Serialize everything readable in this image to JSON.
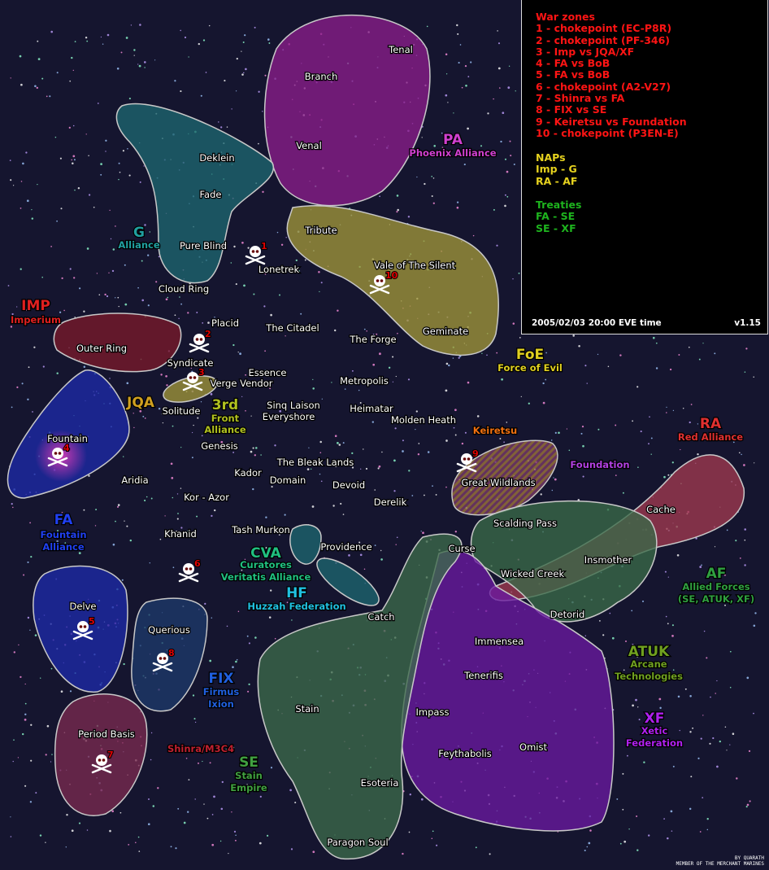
{
  "regions": [
    "Tenal",
    "Branch",
    "Venal",
    "Deklein",
    "Fade",
    "Pure Blind",
    "Cloud Ring",
    "Tribute",
    "Lonetrek",
    "Vale of The Silent",
    "Placid",
    "The Citadel",
    "The Forge",
    "Geminate",
    "Outer Ring",
    "Syndicate",
    "Essence",
    "Verge Vendor",
    "Metropolis",
    "Solitude",
    "Sinq Laison",
    "Everyshore",
    "Heimatar",
    "Molden Heath",
    "Fountain",
    "Genesis",
    "The Bleak Lands",
    "Aridia",
    "Kador",
    "Domain",
    "Devoid",
    "Derelik",
    "Great Wildlands",
    "Kor - Azor",
    "Scalding Pass",
    "Cache",
    "Tash Murkon",
    "Providence",
    "Khanid",
    "Curse",
    "Insmother",
    "Wicked Creek",
    "Detorid",
    "Catch",
    "Delve",
    "Querious",
    "Immensea",
    "Tenerifis",
    "Stain",
    "Impass",
    "Omist",
    "Feythabolis",
    "Period Basis",
    "Esoteria",
    "Paragon Soul"
  ],
  "alliances": {
    "pa": [
      "PA",
      "Phoenix Alliance"
    ],
    "g": [
      "G",
      "Alliance"
    ],
    "imp": [
      "IMP",
      "Imperium"
    ],
    "foe": [
      "FoE",
      "Force of Evil"
    ],
    "jqa": [
      "JQA"
    ],
    "third": [
      "3rd",
      "Front",
      "Alliance"
    ],
    "keiretsu": [
      "Keiretsu"
    ],
    "ra": [
      "RA",
      "Red Alliance"
    ],
    "foundation": [
      "Foundation"
    ],
    "fa": [
      "FA",
      "Fountain",
      "Alliance"
    ],
    "cva": [
      "CVA",
      "Curatores",
      "Veritatis Alliance"
    ],
    "hf": [
      "HF",
      "Huzzah Federation"
    ],
    "af": [
      "AF",
      "Allied Forces",
      "(SE, ATUK, XF)"
    ],
    "atuk": [
      "ATUK",
      "Arcane",
      "Technologies"
    ],
    "fix": [
      "FIX",
      "Firmus",
      "Ixion"
    ],
    "xf": [
      "XF",
      "Xetic",
      "Federation"
    ],
    "shinra": [
      "Shinra/M3C4"
    ],
    "se": [
      "SE",
      "Stain",
      "Empire"
    ]
  },
  "skulls": [
    "1",
    "2",
    "3",
    "4",
    "5",
    "6",
    "7",
    "8",
    "9",
    "10"
  ],
  "legend": {
    "war_title": "War zones",
    "war": [
      "1 - chokepoint (EC-P8R)",
      "2 - chokepoint (PF-346)",
      "3 - Imp vs JQA/XF",
      "4 - FA vs BoB",
      "5 - FA vs BoB",
      "6 - chokepoint (A2-V27)",
      "7 - Shinra vs FA",
      "8 - FIX vs SE",
      "9 - Keiretsu vs Foundation",
      "10 - chokepoint (P3EN-E)"
    ],
    "nap_title": "NAPs",
    "naps": [
      "Imp - G",
      "RA - AF"
    ],
    "treaty_title": "Treaties",
    "treaties": [
      "FA - SE",
      "SE - XF"
    ],
    "timestamp": "2005/02/03 20:00 EVE time",
    "version": "v1.15"
  },
  "credit": [
    "BY QUARATH",
    "MEMBER OF THE MERCHANT MARINES"
  ],
  "colors": {
    "pa": "#8a1e8a",
    "g": "#1e6670",
    "imp": "#7a1a2a",
    "foe": "#a0963a",
    "fa": "#1e2aa8",
    "se": "#3c6a4a",
    "xf": "#6a1aa0",
    "ra": "#a03a50",
    "af": "#3a6a48"
  }
}
